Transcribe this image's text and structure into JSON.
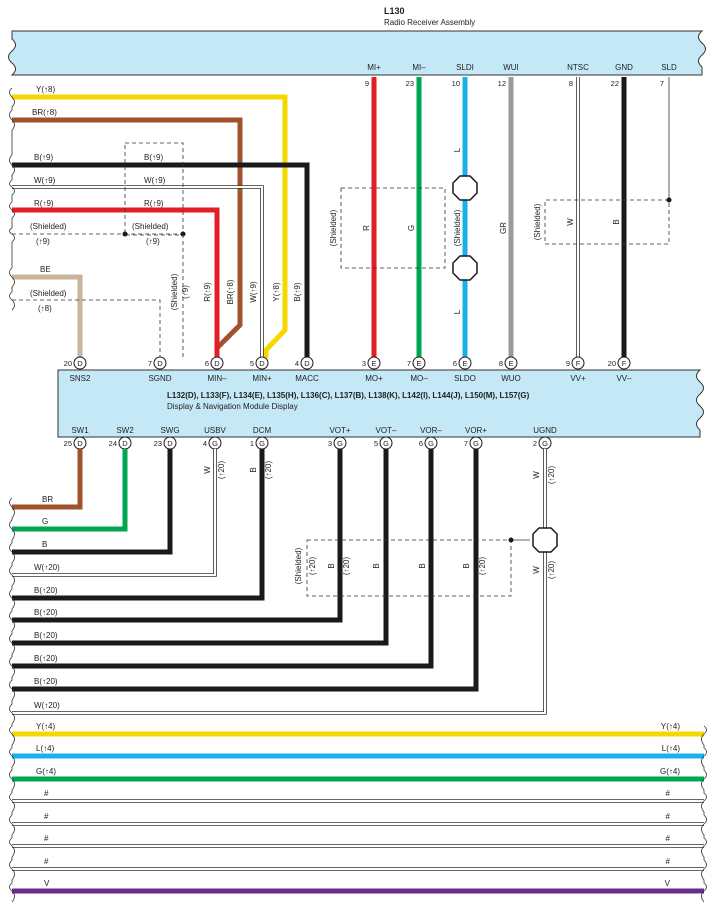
{
  "colors": {
    "Y": "#f5d800",
    "BR": "#a0522d",
    "B": "#1a1a1a",
    "W": "#ffffff",
    "R": "#e41e26",
    "G": "#00a651",
    "L": "#1ab0ec",
    "GR": "#9b9b9b",
    "BE": "#c8b49a",
    "V": "#6a2c91",
    "module": "#c5e8f7"
  },
  "top_module": {
    "code": "L130",
    "name": "Radio Receiver Assembly",
    "pins": [
      {
        "num": "9",
        "name": "MI+"
      },
      {
        "num": "23",
        "name": "MI–"
      },
      {
        "num": "10",
        "name": "SLDI"
      },
      {
        "num": "12",
        "name": "WUI"
      },
      {
        "num": "8",
        "name": "NTSC"
      },
      {
        "num": "22",
        "name": "GND"
      },
      {
        "num": "7",
        "name": "SLD"
      }
    ]
  },
  "bottom_module": {
    "codes": "L132(D), L133(F), L134(E), L135(H), L136(C), L137(B), L138(K), L142(I), L144(J), L150(M), L157(G)",
    "name": "Display & Navigation Module Display",
    "top_pins": [
      {
        "num": "20",
        "conn": "D",
        "name": "SNS2"
      },
      {
        "num": "7",
        "conn": "D",
        "name": "SGND"
      },
      {
        "num": "6",
        "conn": "D",
        "name": "MIN–"
      },
      {
        "num": "5",
        "conn": "D",
        "name": "MIN+"
      },
      {
        "num": "4",
        "conn": "D",
        "name": "MACC"
      },
      {
        "num": "3",
        "conn": "E",
        "name": "MO+"
      },
      {
        "num": "7",
        "conn": "E",
        "name": "MO–"
      },
      {
        "num": "6",
        "conn": "E",
        "name": "SLDO"
      },
      {
        "num": "8",
        "conn": "E",
        "name": "WUO"
      },
      {
        "num": "9",
        "conn": "F",
        "name": "VV+"
      },
      {
        "num": "20",
        "conn": "F",
        "name": "VV–"
      }
    ],
    "bottom_pins": [
      {
        "num": "25",
        "conn": "D",
        "name": "SW1"
      },
      {
        "num": "24",
        "conn": "D",
        "name": "SW2"
      },
      {
        "num": "23",
        "conn": "D",
        "name": "SWG"
      },
      {
        "num": "4",
        "conn": "G",
        "name": "USBV"
      },
      {
        "num": "1",
        "conn": "G",
        "name": "DCM"
      },
      {
        "num": "3",
        "conn": "G",
        "name": "VOT+"
      },
      {
        "num": "5",
        "conn": "G",
        "name": "VOT–"
      },
      {
        "num": "6",
        "conn": "G",
        "name": "VOR–"
      },
      {
        "num": "7",
        "conn": "G",
        "name": "VOR+"
      },
      {
        "num": "2",
        "conn": "G",
        "name": "UGND"
      }
    ]
  },
  "left_wires_top": {
    "y8": "Y(↑8)",
    "br8": "BR(↑8)",
    "b9": "B(↑9)",
    "w9": "W(↑9)",
    "r9": "R(↑9)",
    "shielded9": "(Shielded)",
    "ref9": "(↑9)",
    "be": "BE",
    "shielded8": "(Shielded)",
    "ref8": "(↑8)"
  },
  "inner_labels_top": {
    "b9": "B(↑9)",
    "w9": "W(↑9)",
    "r9": "R(↑9)",
    "shielded": "(Shielded)",
    "ref9": "(↑9)",
    "sgnd_shielded": "(Shielded)",
    "sgnd_ref": "(↑9)",
    "min_minus": "R(↑9)",
    "br8": "BR(↑8)",
    "w9v": "W(↑9)",
    "y8v": "Y(↑8)",
    "b9v": "B(↑9)",
    "mid_shielded": "(Shielded)",
    "mi_plus": "R",
    "mi_minus": "G",
    "sld_shielded": "(Shielded)",
    "sldi_l1": "L",
    "sldi_l2": "L",
    "wui_gr": "GR",
    "ntsc_shielded": "(Shielded)",
    "ntsc_w": "W",
    "gnd_b": "B"
  },
  "bottom_vertical_labels": {
    "usbv_w": "W",
    "usbv_ref": "(↑20)",
    "dcm_b": "B",
    "dcm_ref": "(↑20)",
    "shielded": "(Shielded)",
    "shielded_ref": "(↑20)",
    "vot_plus_ref": "(↑20)",
    "vot_plus_b": "B",
    "vot_minus_b": "B",
    "vor_minus_b": "B",
    "vor_plus_b": "B",
    "vor_plus_ref": "(↑20)",
    "ugnd_w1": "W",
    "ugnd_ref1": "(↑20)",
    "ugnd_w2": "W",
    "ugnd_ref2": "(↑20)"
  },
  "left_wires_bottom": [
    {
      "label": "BR"
    },
    {
      "label": "G"
    },
    {
      "label": "B"
    },
    {
      "label": "W(↑20)"
    },
    {
      "label": "B(↑20)"
    },
    {
      "label": "B(↑20)"
    },
    {
      "label": "B(↑20)"
    },
    {
      "label": "B(↑20)"
    },
    {
      "label": "B(↑20)"
    },
    {
      "label": "W(↑20)"
    }
  ],
  "through_wires": [
    {
      "left": "Y(↑4)",
      "right": "Y(↑4)",
      "color": "Y"
    },
    {
      "left": "L(↑4)",
      "right": "L(↑4)",
      "color": "L"
    },
    {
      "left": "G(↑4)",
      "right": "G(↑4)",
      "color": "G"
    },
    {
      "left": "#",
      "right": "#",
      "color": "W"
    },
    {
      "left": "#",
      "right": "#",
      "color": "W"
    },
    {
      "left": "#",
      "right": "#",
      "color": "W"
    },
    {
      "left": "#",
      "right": "#",
      "color": "W"
    },
    {
      "left": "V",
      "right": "V",
      "color": "V"
    }
  ]
}
